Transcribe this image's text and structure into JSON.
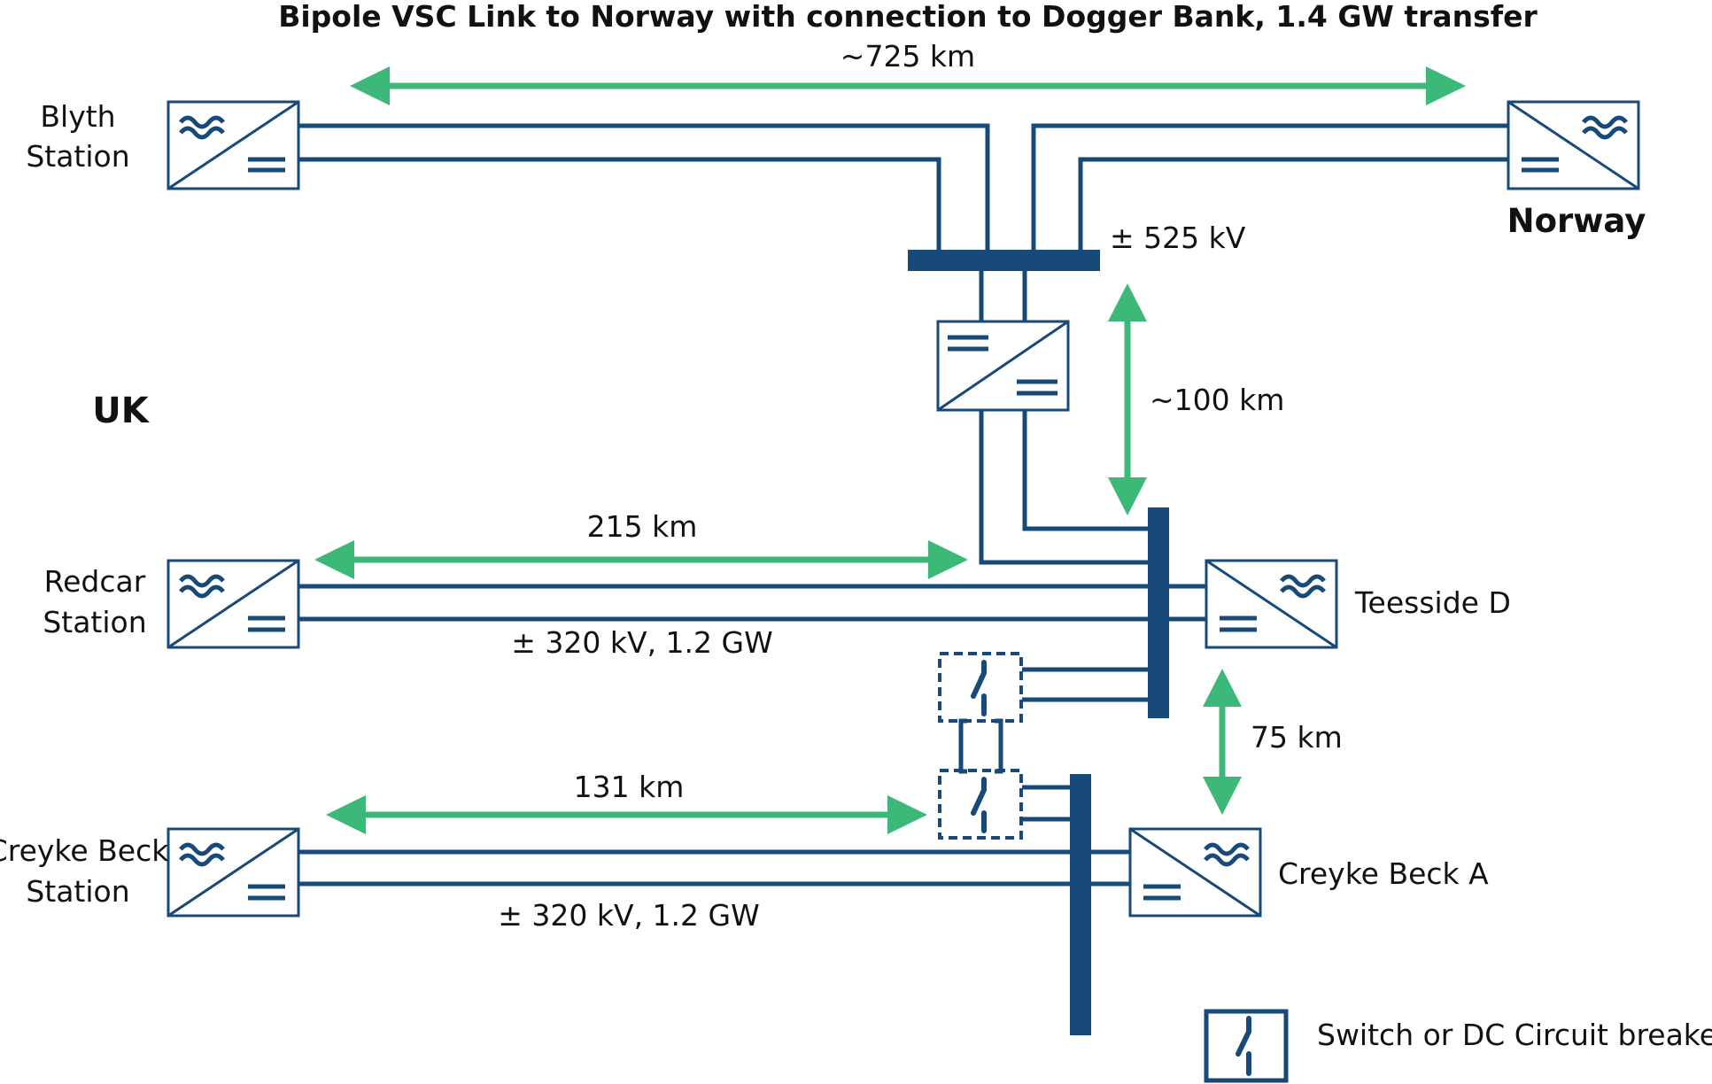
{
  "title": "Bipole VSC Link to Norway with connection to Dogger Bank, 1.4 GW transfer",
  "labels": {
    "blyth_line1": "Blyth",
    "blyth_line2": "Station",
    "norway": "Norway",
    "uk": "UK",
    "redcar_line1": "Redcar",
    "redcar_line2": "Station",
    "creyke_line1": "Creyke Beck",
    "creyke_line2": "Station",
    "teesside": "Teesside D",
    "creyke_a": "Creyke Beck A",
    "v525": "± 525 kV",
    "v320_redcar": "± 320 kV, 1.2 GW",
    "v320_creyke": "± 320 kV, 1.2 GW",
    "legend": "Switch or DC Circuit breaker"
  },
  "distances": {
    "norway_link": "~725 km",
    "dogger_link": "~100 km",
    "redcar_link": "215 km",
    "creyke_link": "131 km",
    "teesside_creyke": "75 km"
  },
  "colors": {
    "line": "#174a78",
    "arrow": "#3cb878",
    "text": "#111111"
  }
}
